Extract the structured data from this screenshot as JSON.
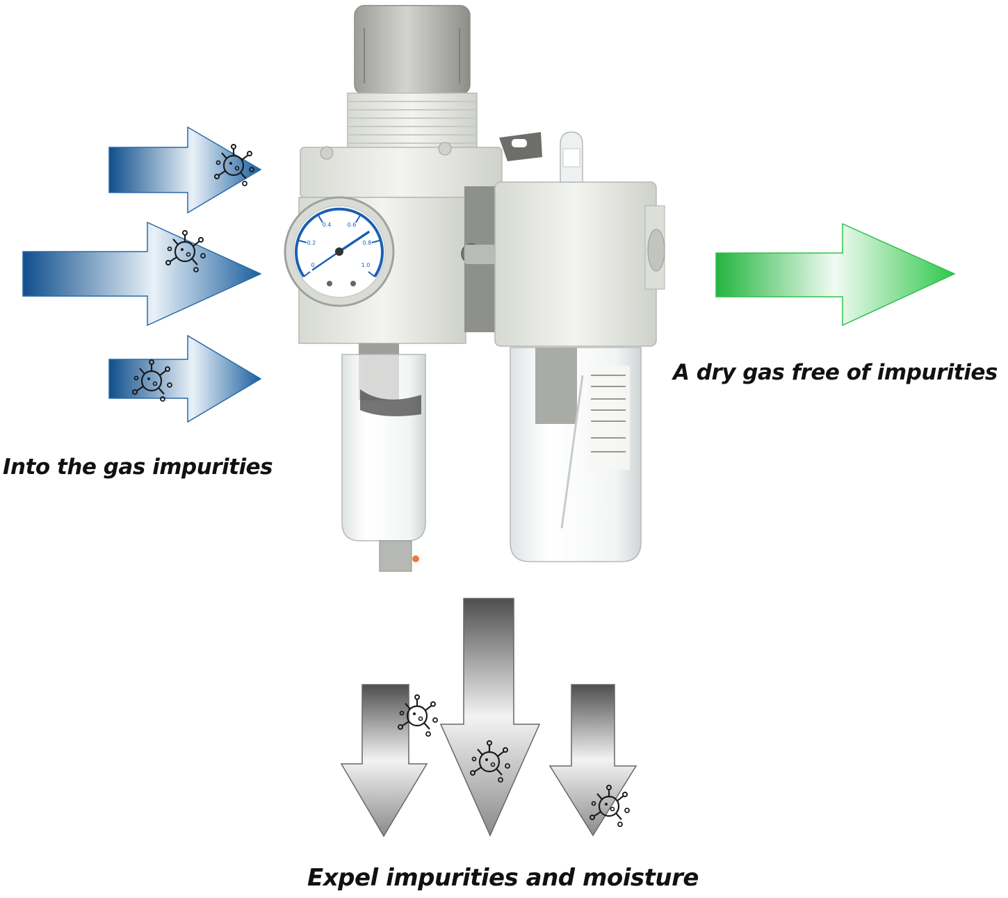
{
  "colors": {
    "inlet_arrow": "#1b5f9e",
    "outlet_arrow": "#2ec74a",
    "drain_arrow": "#555555",
    "unit_body": "#e9ebe6",
    "gauge_scale": "#1a5fb4",
    "text": "#111111"
  },
  "captions": {
    "inlet": "Into the gas impurities",
    "outlet": "A dry gas free of impurities",
    "drain": "Expel impurities and moisture"
  },
  "gauge": {
    "tick_labels": [
      "0",
      "0.2",
      "0.4",
      "0.6",
      "0.8",
      "1.0"
    ]
  }
}
